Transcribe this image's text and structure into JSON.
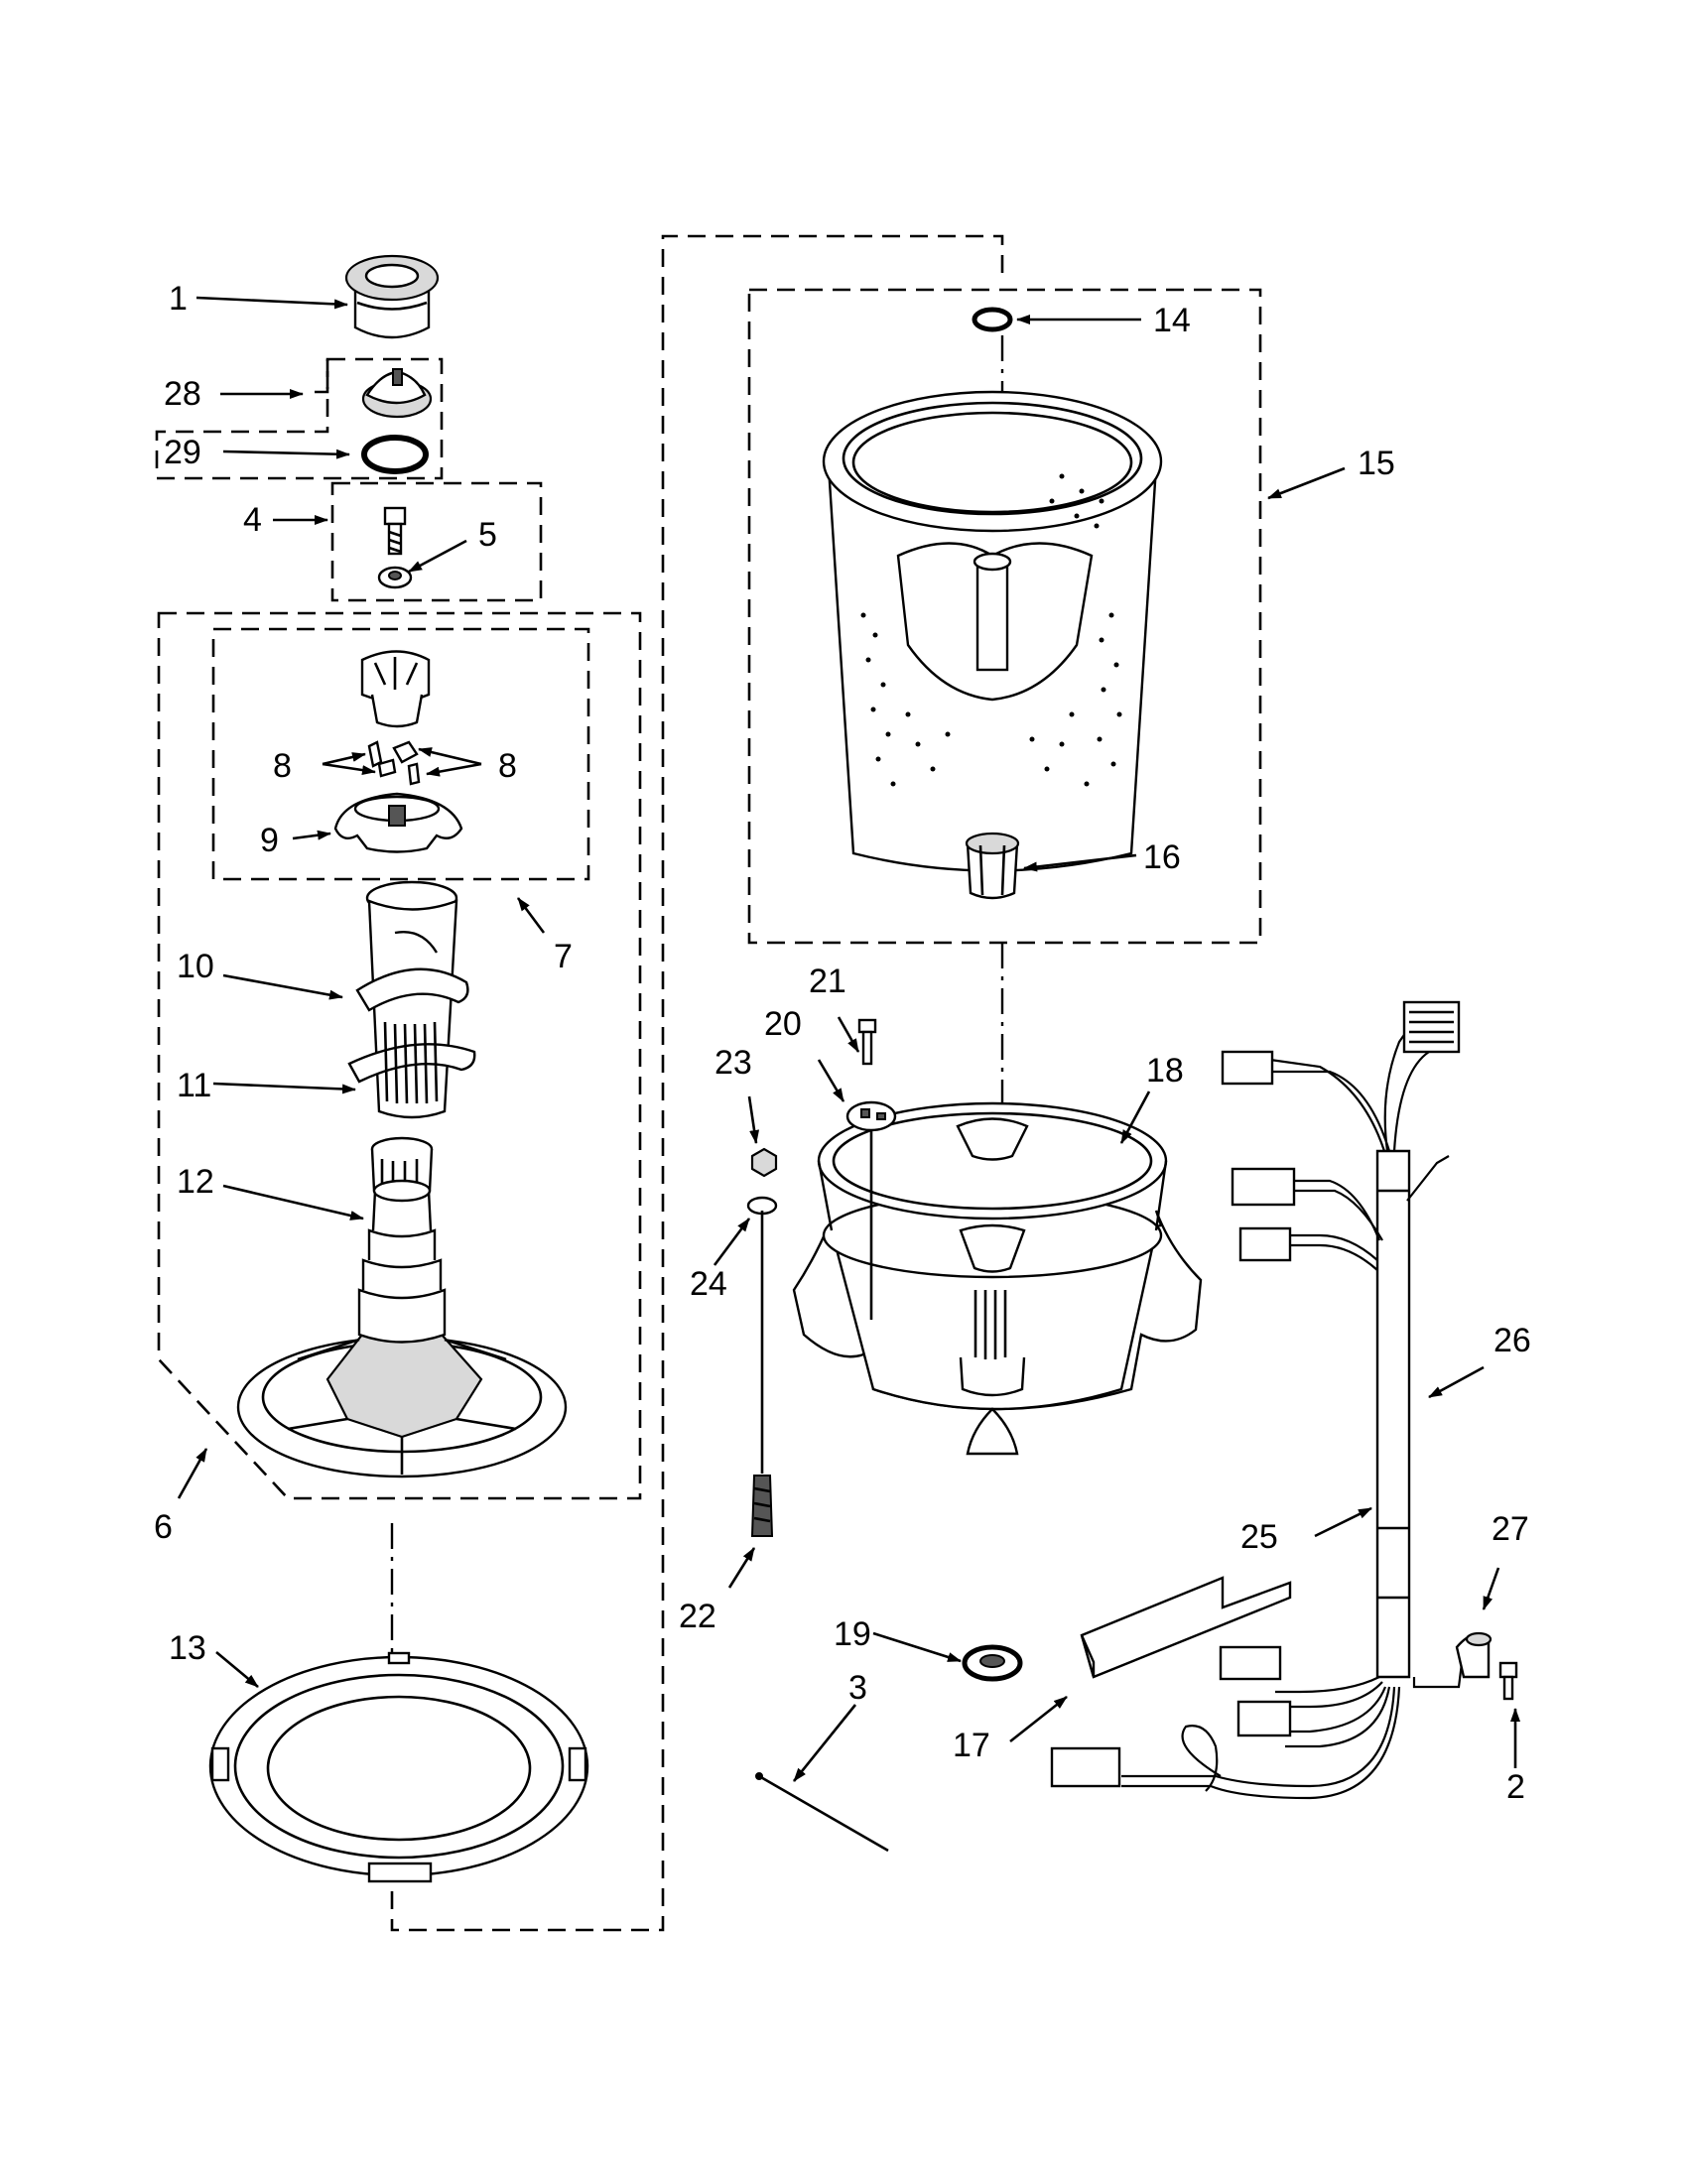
{
  "labels": {
    "p1": "1",
    "p2": "2",
    "p3": "3",
    "p4": "4",
    "p5": "5",
    "p6": "6",
    "p7": "7",
    "p8a": "8",
    "p8b": "8",
    "p9": "9",
    "p10": "10",
    "p11": "11",
    "p12": "12",
    "p13": "13",
    "p14": "14",
    "p15": "15",
    "p16": "16",
    "p17": "17",
    "p18": "18",
    "p19": "19",
    "p20": "20",
    "p21": "21",
    "p22": "22",
    "p23": "23",
    "p24": "24",
    "p25": "25",
    "p26": "26",
    "p27": "27",
    "p28": "28",
    "p29": "29"
  }
}
